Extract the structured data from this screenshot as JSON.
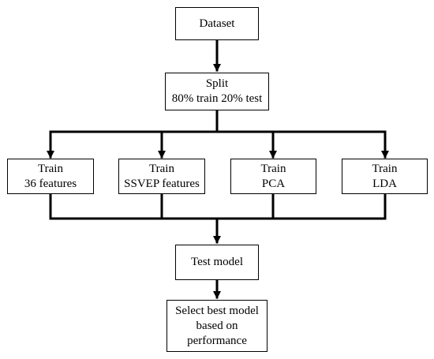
{
  "nodes": {
    "dataset": {
      "lines": [
        "Dataset"
      ]
    },
    "split": {
      "lines": [
        "Split",
        "80% train 20% test"
      ]
    },
    "train_36": {
      "lines": [
        "Train",
        "36 features"
      ]
    },
    "train_ssvep": {
      "lines": [
        "Train",
        "SSVEP features"
      ]
    },
    "train_pca": {
      "lines": [
        "Train",
        "PCA"
      ]
    },
    "train_lda": {
      "lines": [
        "Train",
        "LDA"
      ]
    },
    "test_model": {
      "lines": [
        "Test model"
      ]
    },
    "select_best": {
      "lines": [
        "Select best model",
        "based on",
        "performance"
      ]
    }
  },
  "edges": [
    {
      "from": "Dataset",
      "to": "Split"
    },
    {
      "from": "Split",
      "to": "Train 36 features"
    },
    {
      "from": "Split",
      "to": "Train SSVEP features"
    },
    {
      "from": "Split",
      "to": "Train PCA"
    },
    {
      "from": "Split",
      "to": "Train LDA"
    },
    {
      "from": "Train 36 features",
      "to": "Test model"
    },
    {
      "from": "Train SSVEP features",
      "to": "Test model"
    },
    {
      "from": "Train PCA",
      "to": "Test model"
    },
    {
      "from": "Train LDA",
      "to": "Test model"
    },
    {
      "from": "Test model",
      "to": "Select best model based on performance"
    }
  ]
}
